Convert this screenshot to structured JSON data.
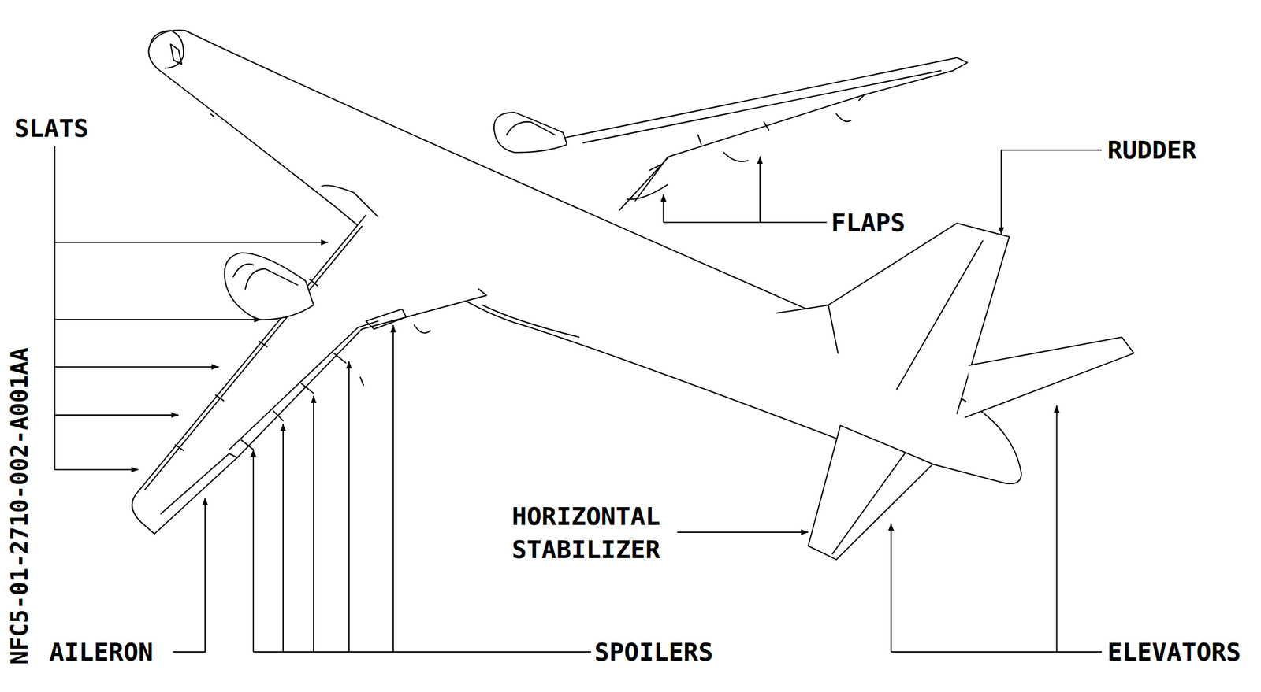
{
  "diagram": {
    "labels": [
      "SLATS",
      "FLAPS",
      "RUDDER",
      "HORIZONTAL STABILIZER",
      "AILERON",
      "SPOILERS",
      "ELEVATORS",
      "NFC5-01-2710-002-A001AA"
    ]
  }
}
